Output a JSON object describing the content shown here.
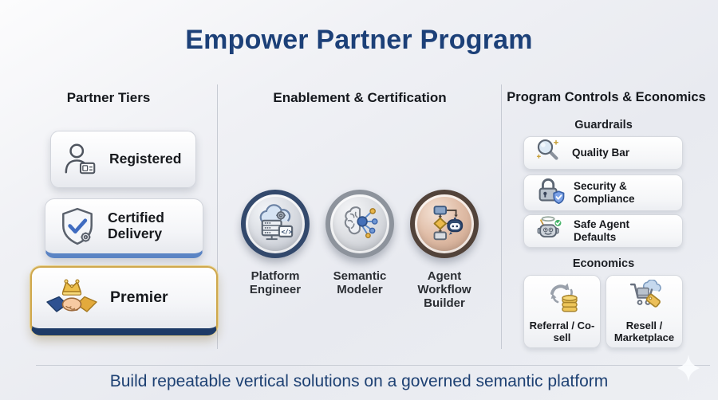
{
  "title": "Empower Partner Program",
  "columns": {
    "partner_tiers": {
      "header": "Partner Tiers",
      "tiers": [
        {
          "label": "Registered",
          "icon": "person-id-badge-icon"
        },
        {
          "label": "Certified Delivery",
          "icon": "shield-check-gear-icon"
        },
        {
          "label": "Premier",
          "icon": "crown-handshake-icon"
        }
      ]
    },
    "enablement": {
      "header": "Enablement & Certification",
      "certifications": [
        {
          "label": "Platform Engineer",
          "icon": "cloud-server-gear-medallion-icon",
          "medal_finish": "navy-silver"
        },
        {
          "label": "Semantic Modeler",
          "icon": "brain-network-medallion-icon",
          "medal_finish": "silver"
        },
        {
          "label": "Agent Workflow Builder",
          "icon": "flowchart-robot-medallion-icon",
          "medal_finish": "bronze"
        }
      ]
    },
    "program_controls": {
      "header": "Program Controls & Economics",
      "guardrails": {
        "header": "Guardrails",
        "items": [
          {
            "label": "Quality Bar",
            "icon": "magnifier-sparkles-icon"
          },
          {
            "label": "Security & Compliance",
            "icon": "padlock-shield-icon"
          },
          {
            "label": "Safe Agent Defaults",
            "icon": "robot-halo-check-icon"
          }
        ]
      },
      "economics": {
        "header": "Economics",
        "items": [
          {
            "label": "Referral / Co-sell",
            "icon": "cycle-arrows-coins-icon"
          },
          {
            "label": "Resell / Marketplace",
            "icon": "cart-cloud-tag-icon"
          }
        ]
      }
    }
  },
  "footer": {
    "tagline": "Build repeatable vertical solutions on a governed semantic platform"
  },
  "icons": {
    "code_glyph": "</>"
  },
  "colors": {
    "title_navy": "#1c4078",
    "tagline_navy": "#1e4173",
    "premier_gold_border": "#cfa84e",
    "premier_navy_bar": "#1d3a66",
    "certified_blue_bar": "#5b84c4",
    "medal_navy_ring": "#33496c",
    "medal_silver_ring": "#8d939c",
    "medal_bronze_ring": "#52433a",
    "safe_check_green": "#48b46a"
  }
}
